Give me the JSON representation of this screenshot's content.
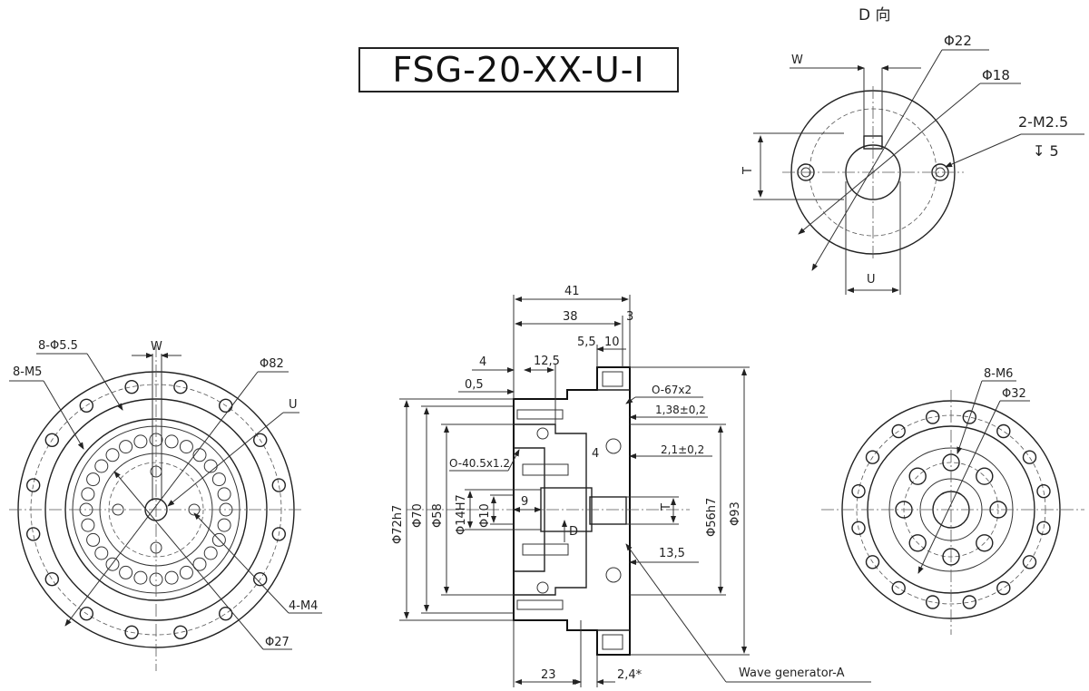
{
  "title": "FSG-20-XX-U-I",
  "view_d": {
    "label": "D 向",
    "dims": {
      "phi22": "Φ22",
      "phi18": "Φ18",
      "thread": "2-M2.5",
      "depth": "↧ 5",
      "w": "W",
      "t": "T",
      "u": "U"
    }
  },
  "left_view": {
    "dims": {
      "holes": "8-Φ5.5",
      "tapped": "8-M5",
      "w": "W",
      "phi82": "Φ82",
      "u": "U",
      "m4": "4-M4",
      "phi27": "Φ27"
    }
  },
  "section": {
    "dims": {
      "d41": "41",
      "d38": "38",
      "d3": "3",
      "d55": "5,5",
      "d10": "10",
      "d4": "4",
      "d125": "12,5",
      "d05": "0,5",
      "o67": "O-67x2",
      "d138": "1,38±0,2",
      "o405": "O-40.5x1.2",
      "d4b": "4",
      "d21": "2,1±0,2",
      "d9": "9",
      "dD": "D",
      "d135": "13,5",
      "d23": "23",
      "d24": "2,4*",
      "phi72": "Φ72h7",
      "phi70": "Φ70",
      "phi58": "Φ58",
      "phi14": "Φ14H7",
      "phi10": "Φ10",
      "phi56": "Φ56h7",
      "phi93": "Φ93",
      "t": "T"
    },
    "callout": "Wave generator-A"
  },
  "right_view": {
    "dims": {
      "m6": "8-M6",
      "phi32": "Φ32"
    }
  }
}
